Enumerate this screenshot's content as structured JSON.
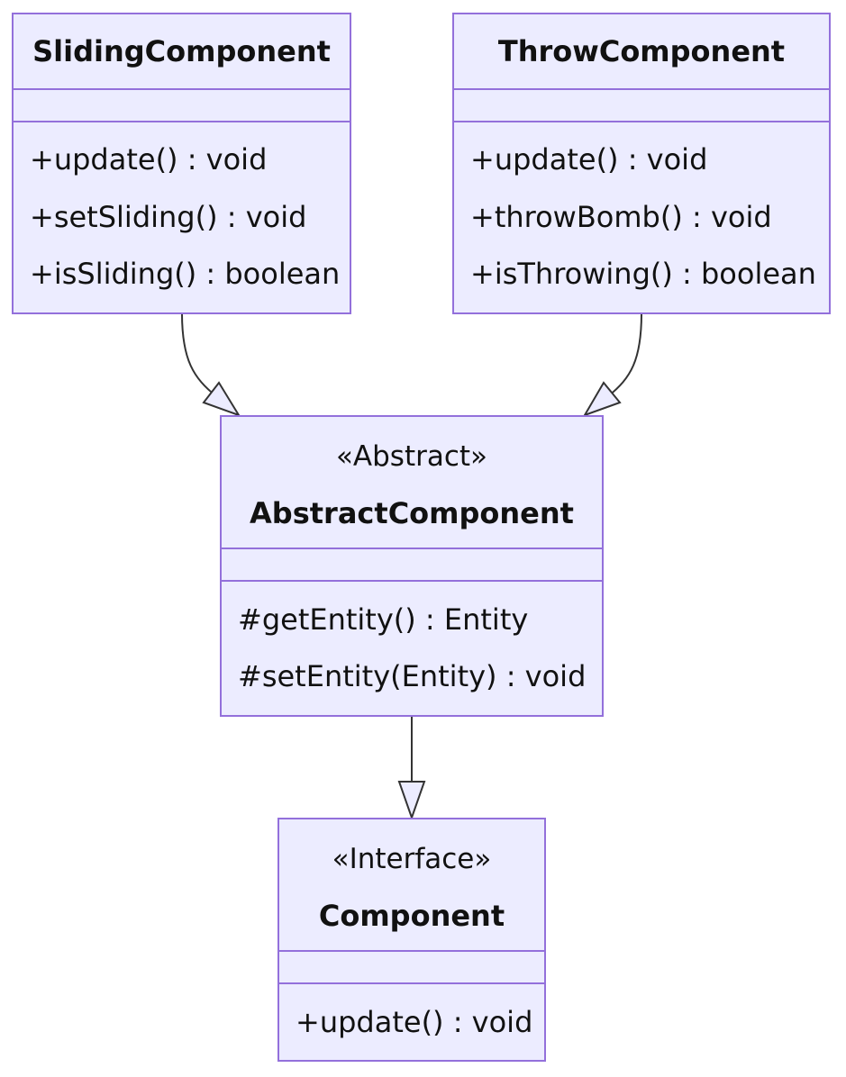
{
  "classes": {
    "sliding": {
      "name": "SlidingComponent",
      "methods": [
        "+update() : void",
        "+setSliding() : void",
        "+isSliding() : boolean"
      ]
    },
    "throw": {
      "name": "ThrowComponent",
      "methods": [
        "+update() : void",
        "+throwBomb() : void",
        "+isThrowing() : boolean"
      ]
    },
    "abstract": {
      "stereotype": "«Abstract»",
      "name": "AbstractComponent",
      "methods": [
        "#getEntity() : Entity",
        "#setEntity(Entity) : void"
      ]
    },
    "component": {
      "stereotype": "«Interface»",
      "name": "Component",
      "methods": [
        "+update() : void"
      ]
    }
  },
  "relations": [
    {
      "from": "SlidingComponent",
      "to": "AbstractComponent",
      "type": "inheritance"
    },
    {
      "from": "ThrowComponent",
      "to": "AbstractComponent",
      "type": "inheritance"
    },
    {
      "from": "AbstractComponent",
      "to": "Component",
      "type": "inheritance"
    }
  ],
  "colors": {
    "box_fill": "#ececff",
    "box_border": "#9370db",
    "edge": "#333333"
  }
}
